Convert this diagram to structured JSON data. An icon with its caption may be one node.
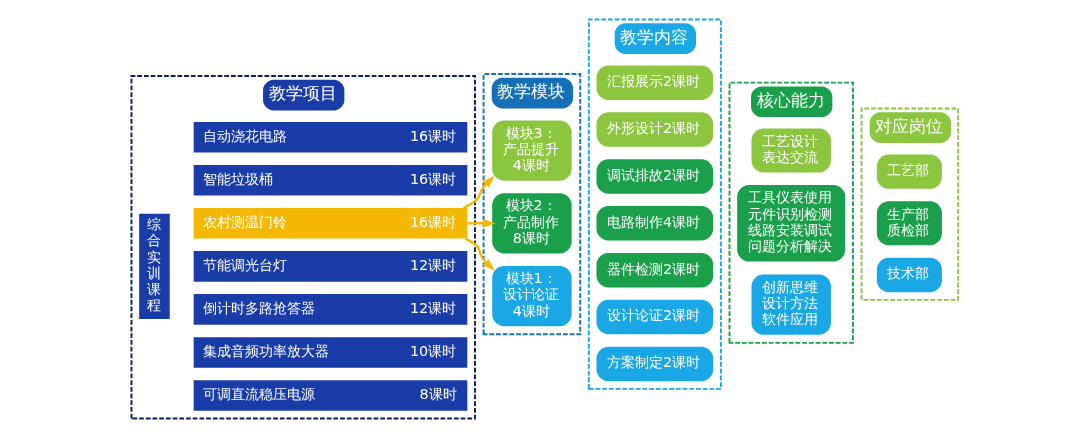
{
  "diagram": {
    "nodes": [
      {
        "text": [
          "教学项目"
        ]
      },
      {
        "text": [
          "综合实训课程"
        ],
        "in": 0
      },
      {
        "text": [
          "可调直流稳压电源",
          "8课时"
        ],
        "in": 0
      },
      {
        "text": [
          "集成音频功率放大器",
          "10课时"
        ],
        "in": 0
      },
      {
        "text": [
          "倒计时多路抢答器",
          "12课时"
        ],
        "in": 0
      },
      {
        "text": [
          "节能调光台灯",
          "12课时"
        ],
        "in": 0
      },
      {
        "text": [
          "农村测温门铃",
          "16课时"
        ],
        "in": 0
      },
      {
        "text": [
          "智能垃圾桶",
          "16课时"
        ],
        "in": 0
      },
      {
        "text": [
          "自动浇花电路",
          "16课时"
        ],
        "in": 0
      },
      {
        "text": [
          "教学模块"
        ]
      },
      {
        "text": [
          "模块1：",
          "设计论证",
          "4课时"
        ],
        "in": 9
      },
      {
        "text": [
          "模块2：",
          "产品制作",
          "8课时"
        ],
        "in": 9
      },
      {
        "text": [
          "模块3：",
          "产品提升",
          "4课时"
        ],
        "in": 9
      },
      {
        "text": [
          "教学内容"
        ]
      },
      {
        "text": [
          "方案制定2课时"
        ],
        "in": 13
      },
      {
        "text": [
          "设计论证2课时"
        ],
        "in": 13
      },
      {
        "text": [
          "器件检测2课时"
        ],
        "in": 13
      },
      {
        "text": [
          "电路制作4课时"
        ],
        "in": 13
      },
      {
        "text": [
          "调试排故2课时"
        ],
        "in": 13
      },
      {
        "text": [
          "外形设计2课时"
        ],
        "in": 13
      },
      {
        "text": [
          "汇报展示2课时"
        ],
        "in": 13
      },
      {
        "text": [
          "核心能力"
        ]
      },
      {
        "text": [
          "创新思维",
          "设计方法",
          "软件应用"
        ],
        "in": 21
      },
      {
        "text": [
          "工具仪表使用",
          "元件识别检测",
          "线路安装调试",
          "问题分析解决"
        ],
        "in": 21
      },
      {
        "text": [
          "工艺设计",
          "表达交流"
        ],
        "in": 21
      },
      {
        "text": [
          "对应岗位"
        ]
      },
      {
        "text": [
          "技术部"
        ],
        "in": 25
      },
      {
        "text": [
          "生产部",
          "质检部"
        ],
        "in": 25
      },
      {
        "text": [
          "工艺部"
        ],
        "in": 25
      }
    ],
    "edges": [
      {
        "from": 6,
        "to": 10,
        "arrow": "to"
      },
      {
        "from": 6,
        "to": 11,
        "arrow": "to"
      },
      {
        "from": 6,
        "to": 12,
        "arrow": "to"
      }
    ]
  }
}
